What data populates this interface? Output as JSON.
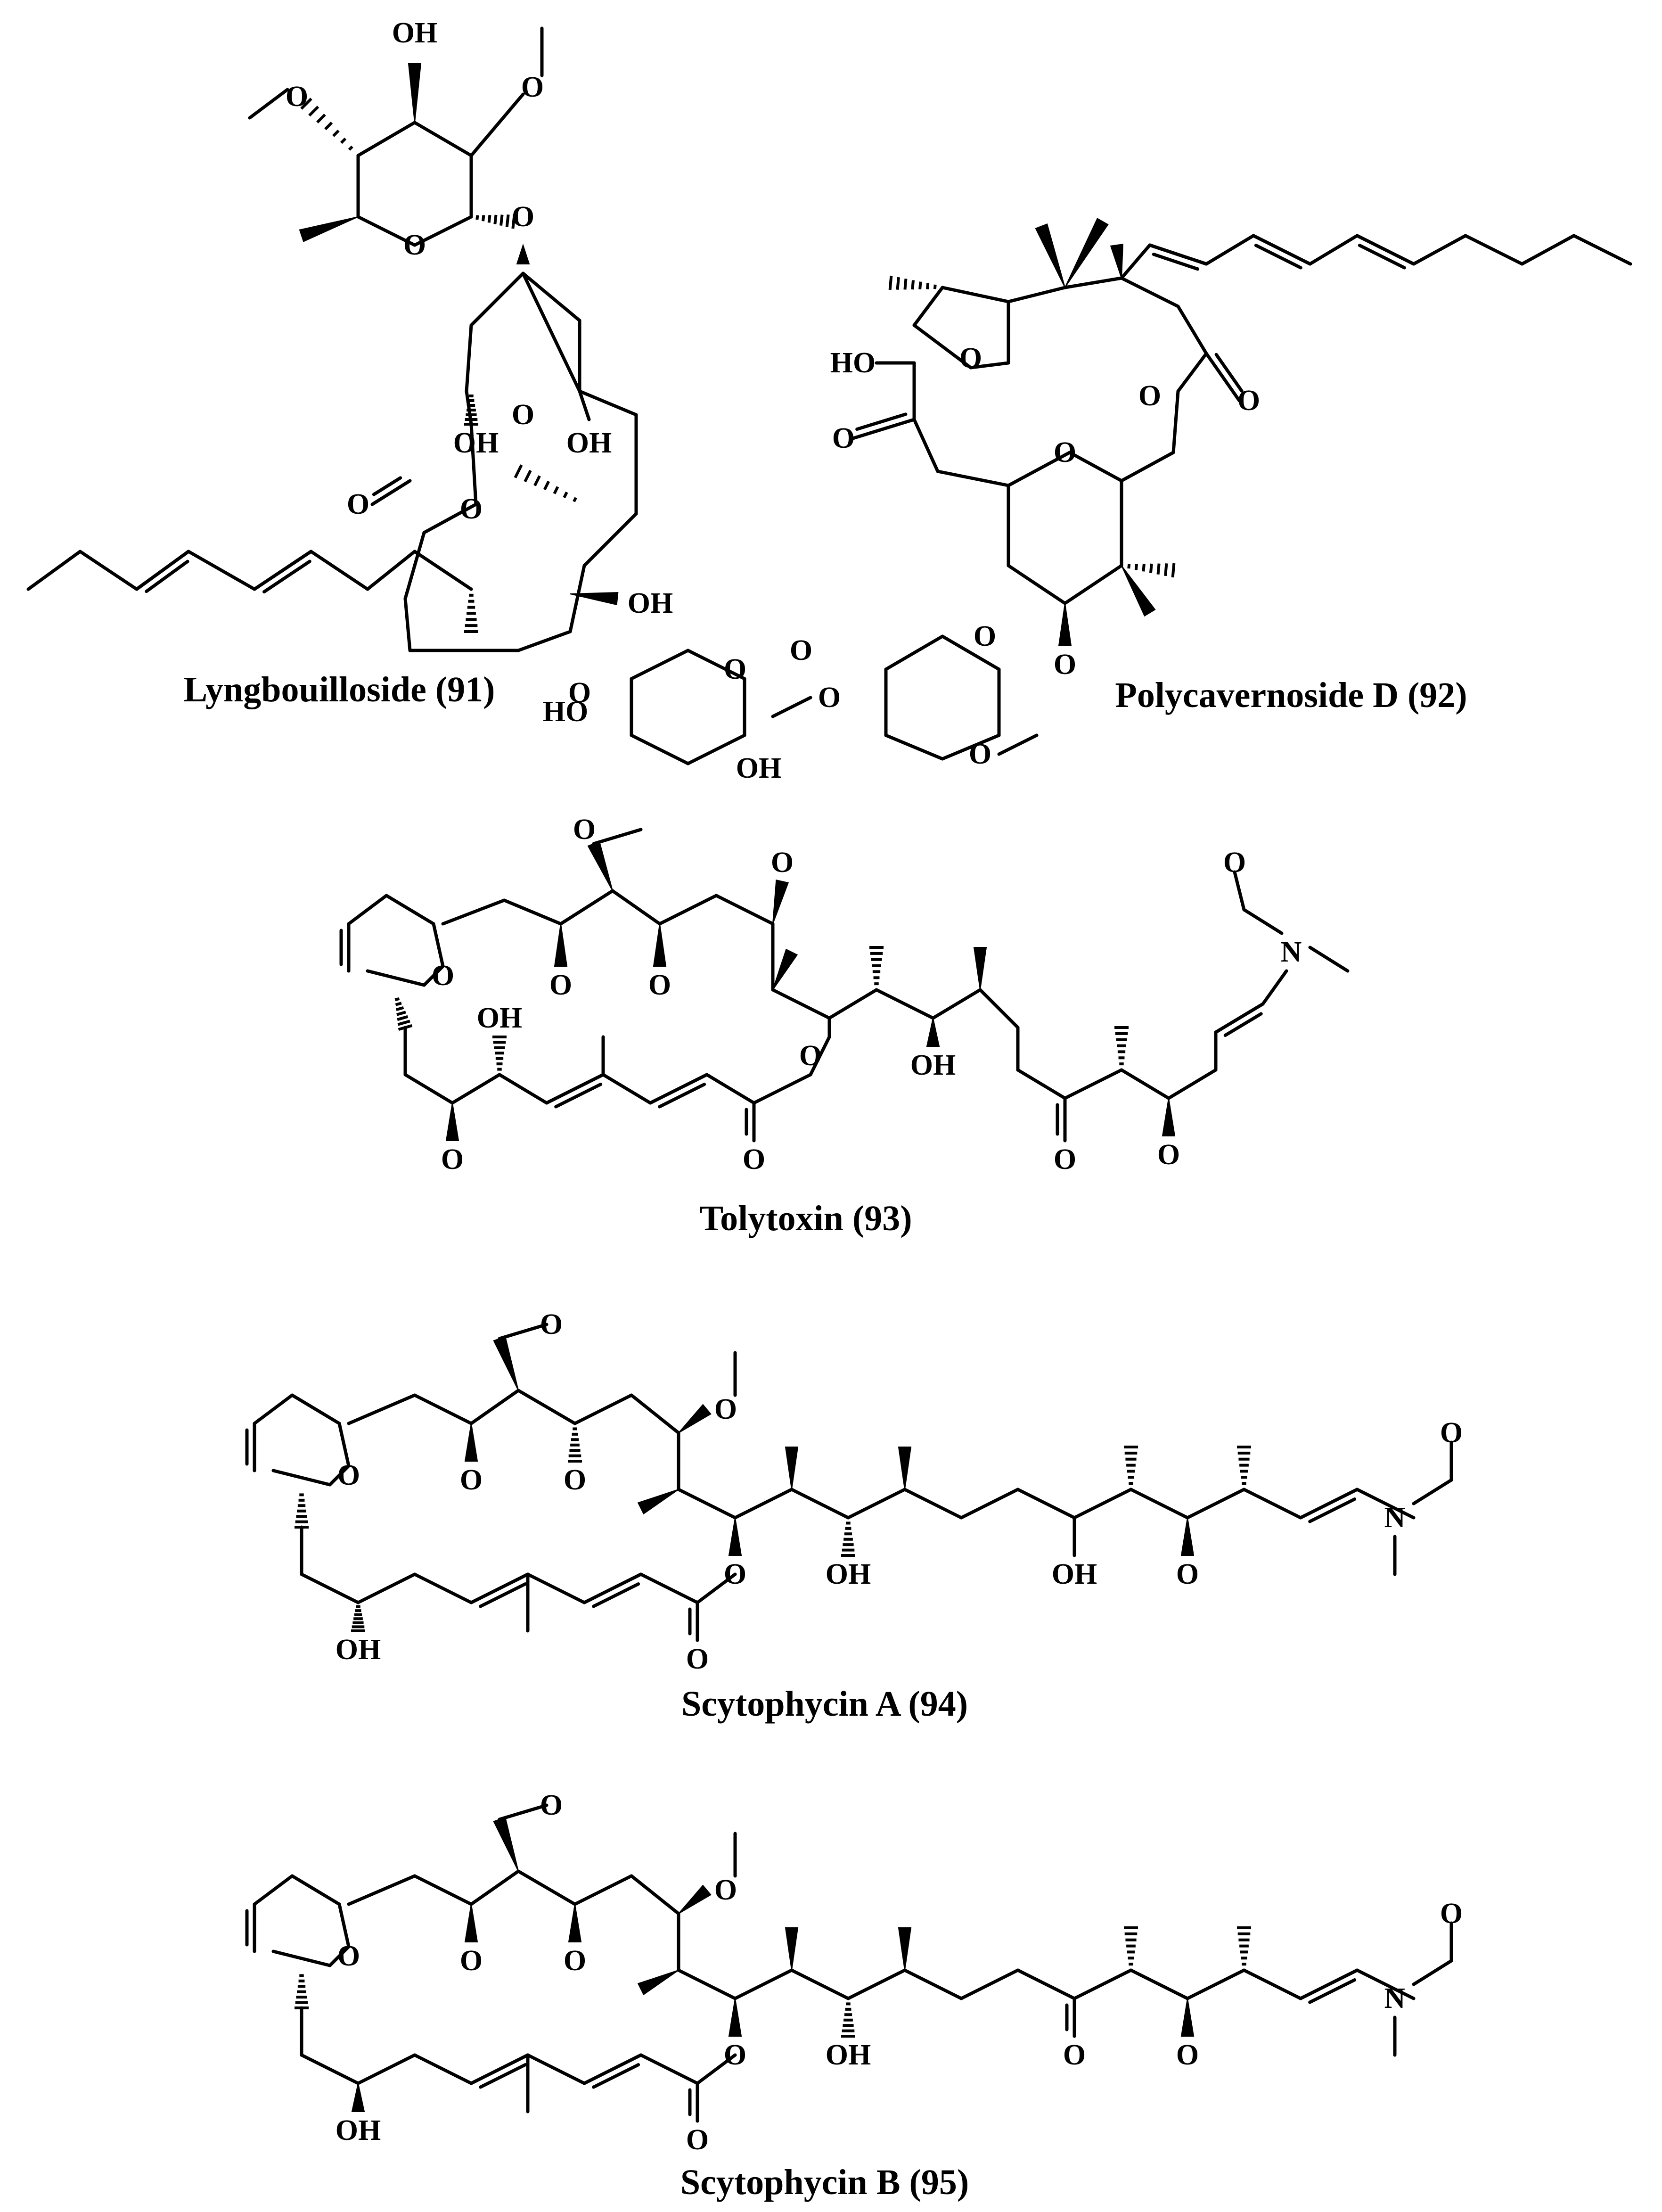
{
  "compounds": [
    {
      "name": "Lyngbouilloside (91)"
    },
    {
      "name": "Polycavernoside D (92)"
    },
    {
      "name": "Tolytoxin (93)"
    },
    {
      "name": "Scytophycin A (94)"
    },
    {
      "name": "Scytophycin B (95)"
    }
  ],
  "atom_labels": {
    "oh": "OH",
    "ho": "HO",
    "o": "O",
    "n": "N"
  }
}
